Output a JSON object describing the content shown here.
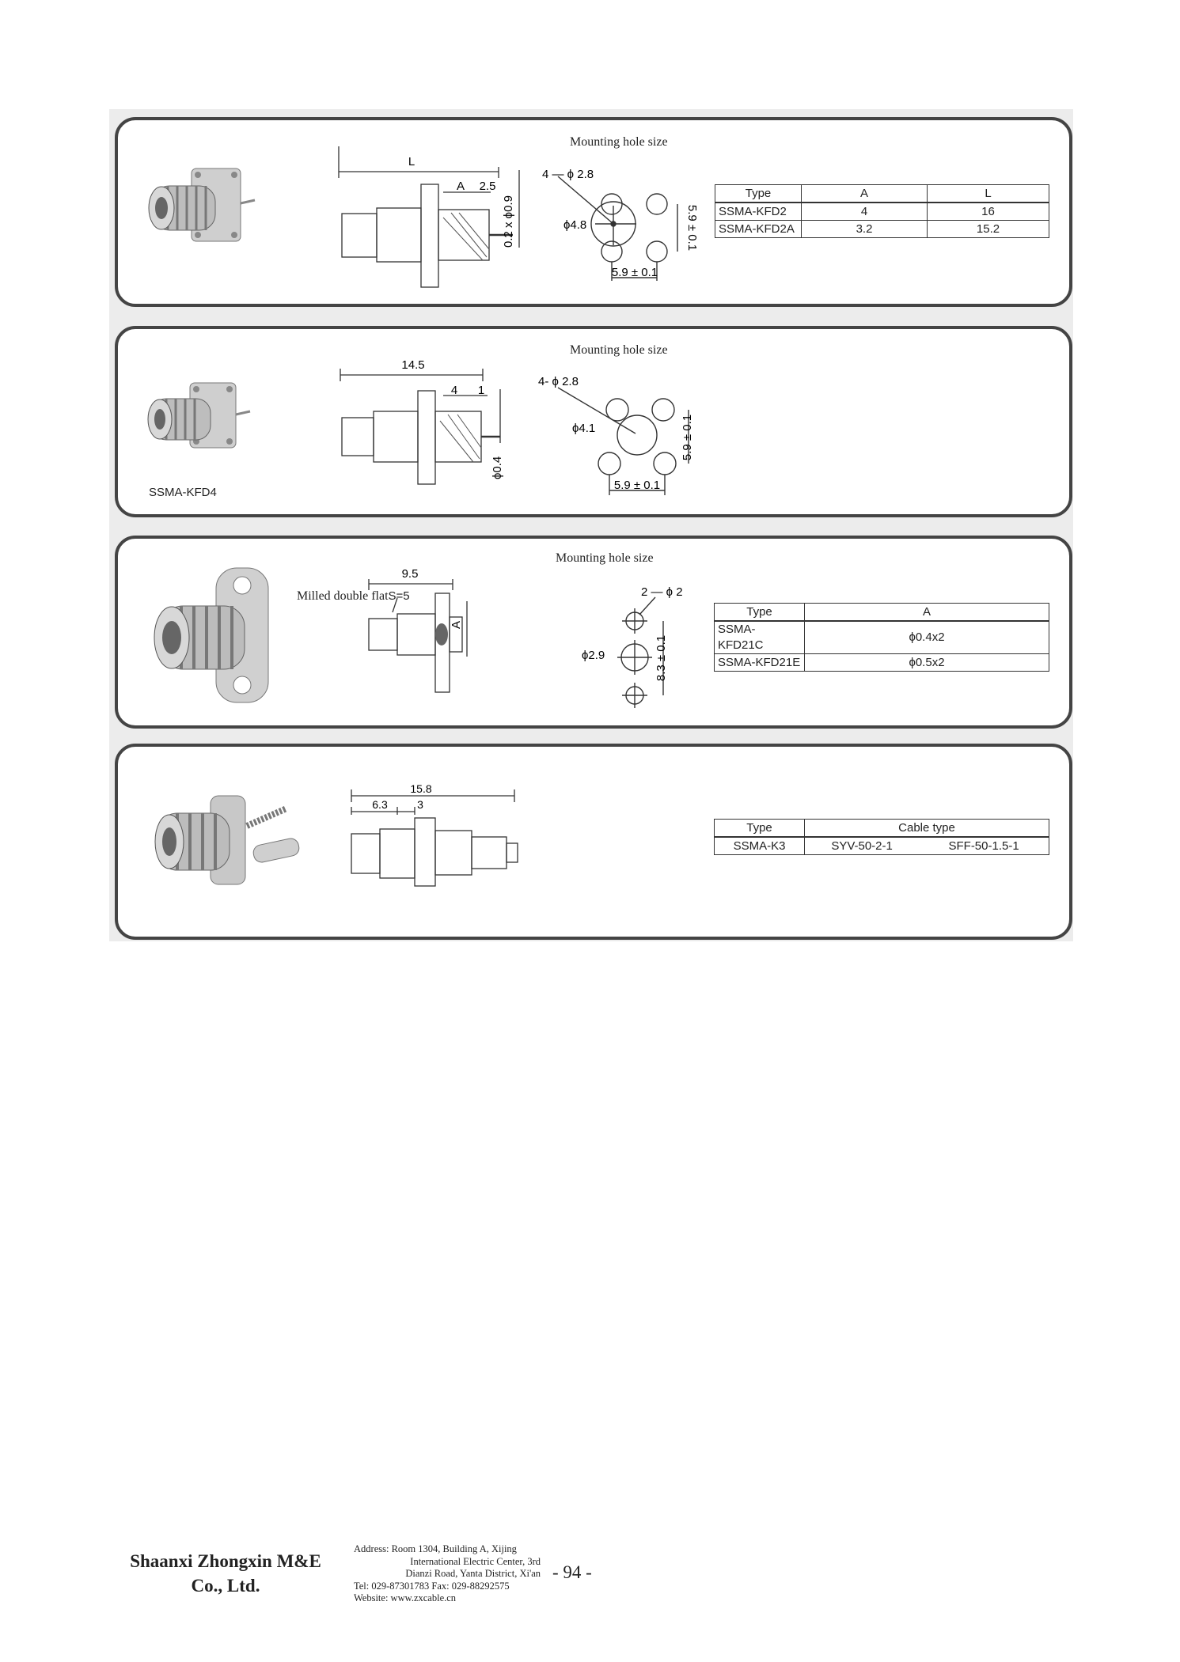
{
  "sections": [
    {
      "caption": "Mounting hole size",
      "dims": {
        "L": "L",
        "A": "A",
        "d25": "2.5",
        "pin": "0.2 x ϕ0.9",
        "holes": "4 — ϕ 2.8",
        "center": "ϕ4.8",
        "pitch": "5.9 ± 0.1",
        "pitch_v": "5.9 ± 0.1"
      },
      "table": {
        "headers": [
          "Type",
          "A",
          "L"
        ],
        "rows": [
          [
            "SSMA-KFD2",
            "4",
            "16"
          ],
          [
            "SSMA-KFD2A",
            "3.2",
            "15.2"
          ]
        ]
      }
    },
    {
      "caption": "Mounting hole size",
      "product_label": "SSMA-KFD4",
      "dims": {
        "len": "14.5",
        "d4": "4",
        "d1": "1",
        "pin": "ϕ0.4",
        "holes": "4- ϕ 2.8",
        "center": "ϕ4.1",
        "pitch": "5.9 ± 0.1",
        "pitch_v": "5.9 ± 0.1"
      }
    },
    {
      "caption": "Mounting hole size",
      "flat_label": "Milled double flat",
      "flat_value": "S=5",
      "dims": {
        "len": "9.5",
        "A": "A",
        "holes": "2 — ϕ 2",
        "hole": "ϕ2.9",
        "pitch_v": "8.3 ± 0.1"
      },
      "table": {
        "headers": [
          "Type",
          "A"
        ],
        "rows": [
          [
            "SSMA-KFD21C",
            "ϕ0.4x2"
          ],
          [
            "SSMA-KFD21E",
            "ϕ0.5x2"
          ]
        ]
      }
    },
    {
      "dims": {
        "total": "15.8",
        "d63": "6.3",
        "d3": "3"
      },
      "table": {
        "headers": [
          "Type",
          "Cable type"
        ],
        "rows": [
          [
            "SSMA-K3",
            "SYV-50-2-1",
            "SFF-50-1.5-1"
          ]
        ]
      }
    }
  ],
  "footer": {
    "company_line1": "Shaanxi Zhongxin M&E",
    "company_line2": "Co., Ltd.",
    "address_line1": "Address: Room 1304, Building A, Xijing",
    "address_line2": "International Electric Center, 3rd",
    "address_line3": "Dianzi Road, Yanta District, Xi'an",
    "contact": "Tel: 029-87301783    Fax: 029-88292575",
    "website": "Website: www.zxcable.cn",
    "page_number": "- 94 -"
  }
}
